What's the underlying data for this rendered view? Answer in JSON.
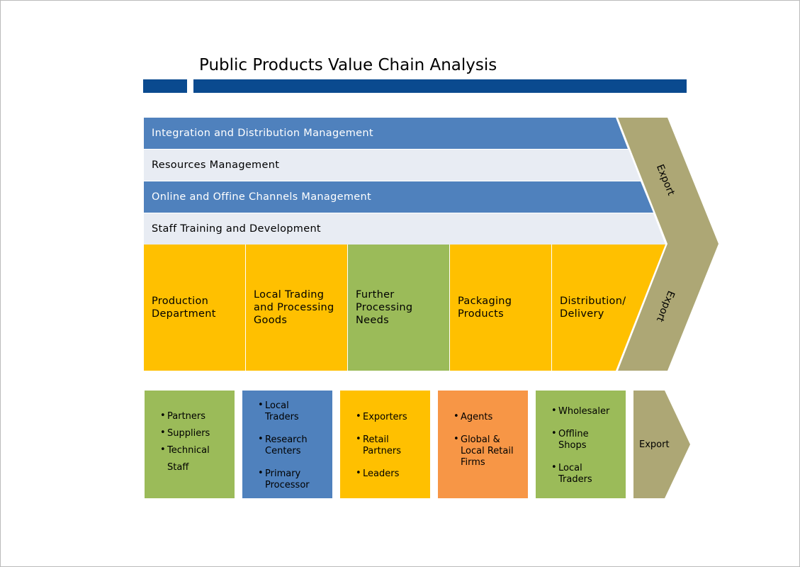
{
  "title": "Public Products Value Chain Analysis",
  "support_rows": [
    "Integration and Distribution Management",
    "Resources Management",
    "Online and Offine Channels Management",
    "Staff Training and Development"
  ],
  "primary_cells": [
    "Production Department",
    "Local Trading and Processing Goods",
    "Further Processing Needs",
    "Packaging Products",
    "Distribution/ Delivery"
  ],
  "chevron_labels": [
    "Export",
    "Export"
  ],
  "boxes": [
    {
      "items": [
        "Partners",
        "Suppliers",
        "Technical Staff"
      ]
    },
    {
      "items": [
        "Local Traders",
        "Research Centers",
        "Primary Processor"
      ]
    },
    {
      "items": [
        "Exporters",
        "Retail Partners",
        "Leaders"
      ]
    },
    {
      "items": [
        "Agents",
        "Global & Local Retail Firms"
      ]
    },
    {
      "items": [
        "Wholesaler",
        "Offline Shops",
        "Local Traders"
      ]
    }
  ],
  "arrow_label": "Export",
  "colors": {
    "navy": "#0a4a8f",
    "blue": "#4f81bd",
    "light": "#e8ecf3",
    "yellow": "#ffc000",
    "green": "#9bbb59",
    "orange": "#f79646",
    "khaki": "#ada775"
  }
}
